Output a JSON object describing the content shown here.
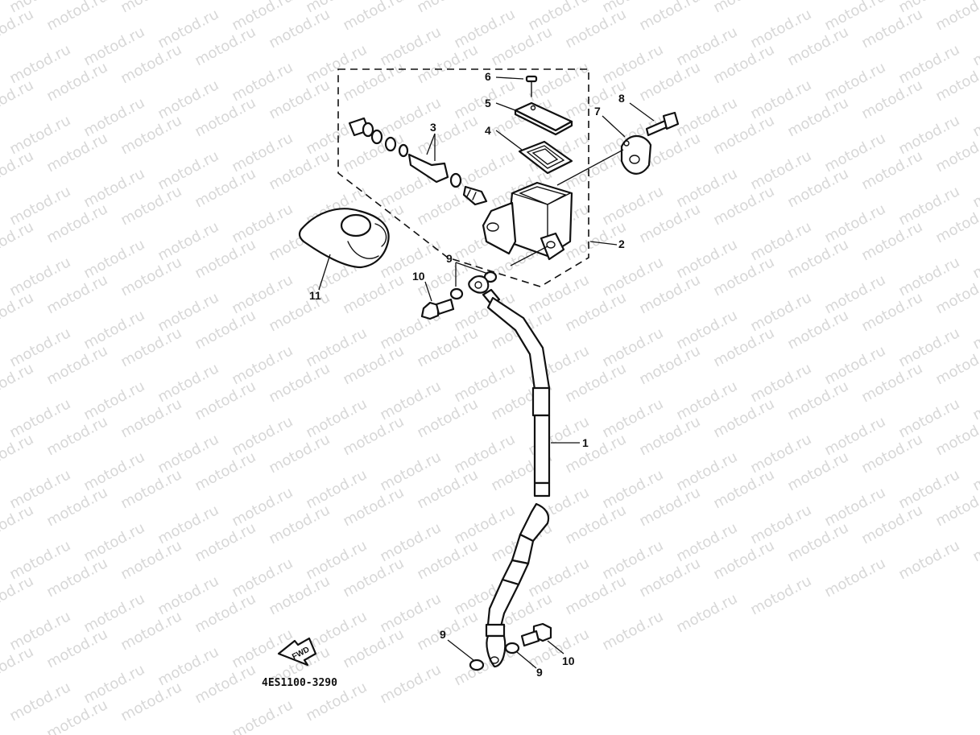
{
  "watermark_text": "motod.ru",
  "diagram_code": "4ES1100-3290",
  "fwd_label": "FWD",
  "callouts": {
    "c1": "1",
    "c2": "2",
    "c3": "3",
    "c4": "4",
    "c5": "5",
    "c6": "6",
    "c7": "7",
    "c8": "8",
    "c9a": "9",
    "c9b": "9",
    "c9c": "9",
    "c10a": "10",
    "c10b": "10",
    "c11": "11"
  }
}
